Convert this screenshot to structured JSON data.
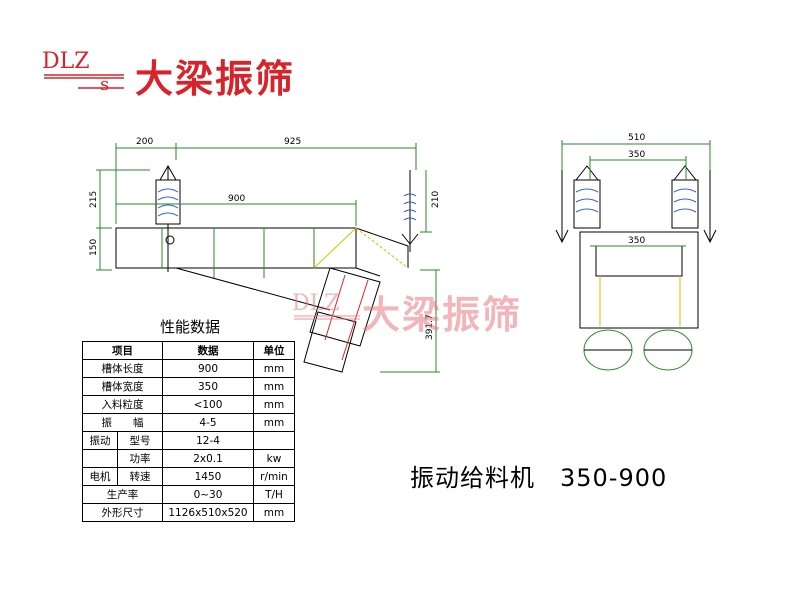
{
  "logo": {
    "latin": "DLZ",
    "sub": "s",
    "cn": "大梁振筛"
  },
  "watermark": {
    "latin": "DLZ",
    "cn": "大梁振筛"
  },
  "drawing": {
    "side_view_dims": {
      "dim_200": "200",
      "dim_925": "925",
      "dim_900": "900",
      "dim_215": "215",
      "dim_150": "150",
      "dim_210": "210",
      "dim_391": "391.7"
    },
    "front_view_dims": {
      "dim_510": "510",
      "dim_350_top": "350",
      "dim_350_inner": "350"
    }
  },
  "table": {
    "title": "性能数据",
    "header": {
      "item": "项目",
      "data": "数据",
      "unit": "单位"
    },
    "rows": [
      {
        "item": "槽体长度",
        "value": "900",
        "unit": "mm"
      },
      {
        "item": "槽体宽度",
        "value": "350",
        "unit": "mm"
      },
      {
        "item": "入料粒度",
        "value": "<100",
        "unit": "mm"
      },
      {
        "item": "振　　幅",
        "value": "4-5",
        "unit": "mm"
      }
    ],
    "motor": {
      "group_label_1": "振动",
      "group_label_2": "电机",
      "rows": [
        {
          "item": "型号",
          "value": "12-4",
          "unit": ""
        },
        {
          "item": "功率",
          "value": "2x0.1",
          "unit": "kw"
        },
        {
          "item": "转速",
          "value": "1450",
          "unit": "r/min"
        }
      ]
    },
    "tail_rows": [
      {
        "item": "生产率",
        "value": "0~30",
        "unit": "T/H"
      },
      {
        "item": "外形尺寸",
        "value": "1126x510x520",
        "unit": "mm"
      }
    ]
  },
  "machine_title": "振动给料机　350-900"
}
